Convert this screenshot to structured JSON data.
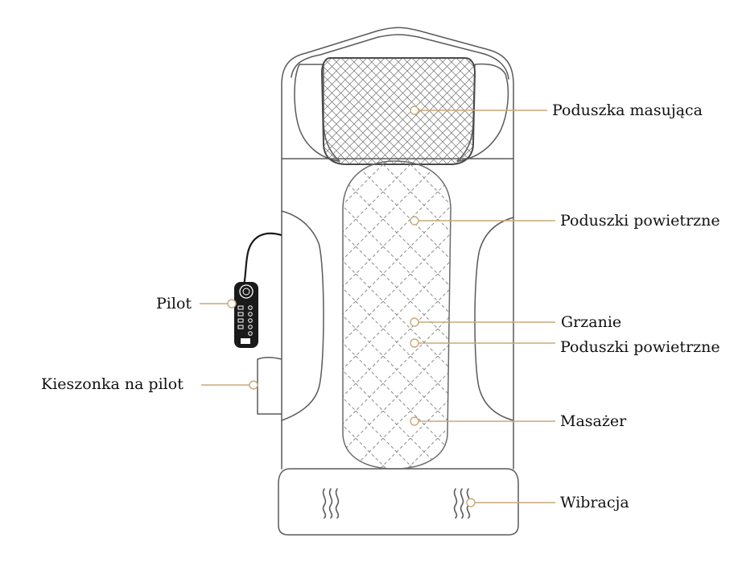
{
  "labels": {
    "massage_pillow": "Poduszka masująca",
    "air_cushions_top": "Poduszki powietrzne",
    "heating": "Grzanie",
    "air_cushions_lower": "Poduszki powietrzne",
    "massager": "Masażer",
    "vibration": "Wibracja",
    "remote": "Pilot",
    "remote_pocket": "Kieszonka na pilot"
  },
  "colors": {
    "outline": "#5a5a5a",
    "callout": "#c9a97a",
    "text": "#111111",
    "remote_body": "#1a1a1a"
  }
}
